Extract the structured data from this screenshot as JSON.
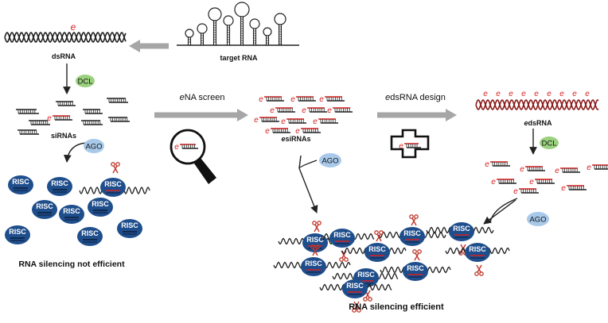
{
  "labels": {
    "target_rna": "target RNA",
    "dsrna": "dsRNA",
    "sirnas": "siRNAs",
    "esirnas_prefix": "e",
    "esirnas_rest": "siRNAs",
    "edsrna_prefix": "e",
    "edsrna_rest": "dsRNA",
    "ena_screen_prefix": "e",
    "ena_screen_rest": "NA screen",
    "edsrna_design_prefix": "e",
    "edsrna_design_rest": "dsRNA design",
    "e_mark": "e",
    "dcl": "DCL",
    "ago": "AGO",
    "risc": "RISC",
    "not_efficient": "RNA silencing not efficient",
    "efficient": "RNA silencing efficient"
  },
  "colors": {
    "dcl_fill": "#9bd17e",
    "ago_fill": "#a9c9ea",
    "risc_fill": "#1f4e8c",
    "risc_text": "#ffffff",
    "scissors": "#c0392b",
    "e_red": "#d91e1e",
    "arrow_gray": "#a6a6a6",
    "strand": "#333333"
  },
  "icons": {
    "magnifier": "magnifier-icon",
    "plus_frame": "cross-frame-icon",
    "scissors": "scissors-icon"
  }
}
